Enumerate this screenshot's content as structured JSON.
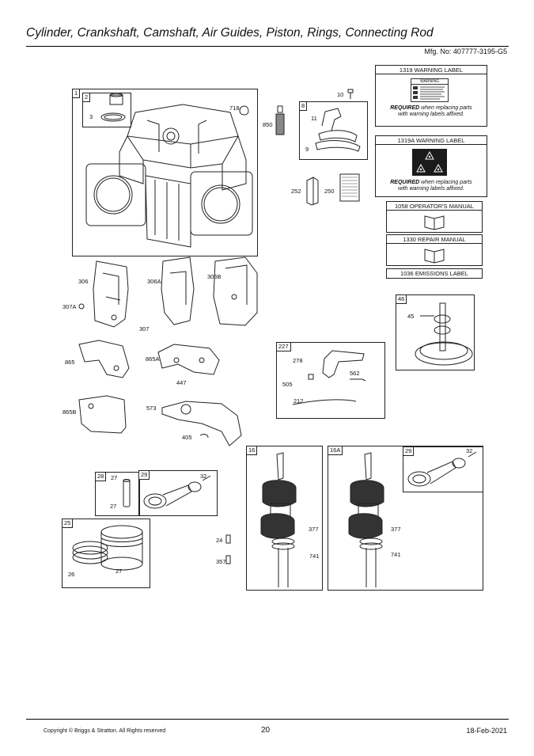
{
  "header": {
    "title": "Cylinder, Crankshaft, Camshaft, Air Guides, Piston, Rings, Connecting Rod",
    "mfg_no": "Mfg. No: 407777-3195-G5"
  },
  "footer": {
    "copyright": "Copyright © Briggs & Stratton. All Rights reserved",
    "page": "20",
    "date": "18-Feb-2021"
  },
  "labels": {
    "l1319": {
      "title": "1319 WARNING LABEL",
      "req_bold": "REQUIRED",
      "req_rest": "when replacing parts",
      "req_line2": "with warning labels affixed."
    },
    "l1319a": {
      "title": "1319A WARNING LABEL",
      "req_bold": "REQUIRED",
      "req_rest": "when replacing parts",
      "req_line2": "with warning labels affixed."
    },
    "l1058": "1058 OPERATOR'S MANUAL",
    "l1330": "1330 REPAIR MANUAL",
    "l1036": "1036 EMISSIONS LABEL"
  },
  "warning_sticker_heading": "WARNING",
  "parts": {
    "p1": "1",
    "p2": "2",
    "p3": "3",
    "p718": "718",
    "p10": "10",
    "p8": "8",
    "p11": "11",
    "p9": "9",
    "p850": "850",
    "p252": "252",
    "p250": "250",
    "p306": "306",
    "p306a": "306A",
    "p306b": "306B",
    "p307a": "307A",
    "p307": "307",
    "p46": "46",
    "p45": "45",
    "p865": "865",
    "p865a": "865A",
    "p447": "447",
    "p227": "227",
    "p278": "278",
    "p562": "562",
    "p505": "505",
    "p212": "212",
    "p865b": "865B",
    "p573": "573",
    "p405": "405",
    "p16": "16",
    "p16a": "16A",
    "p29a": "29",
    "p32a": "32",
    "p28": "28",
    "p27a": "27",
    "p27b": "27",
    "p29b": "29",
    "p32b": "32",
    "p377a": "377",
    "p741a": "741",
    "p377b": "377",
    "p741b": "741",
    "p25": "25",
    "p26": "26",
    "p27c": "27",
    "p24": "24",
    "p357": "357"
  }
}
